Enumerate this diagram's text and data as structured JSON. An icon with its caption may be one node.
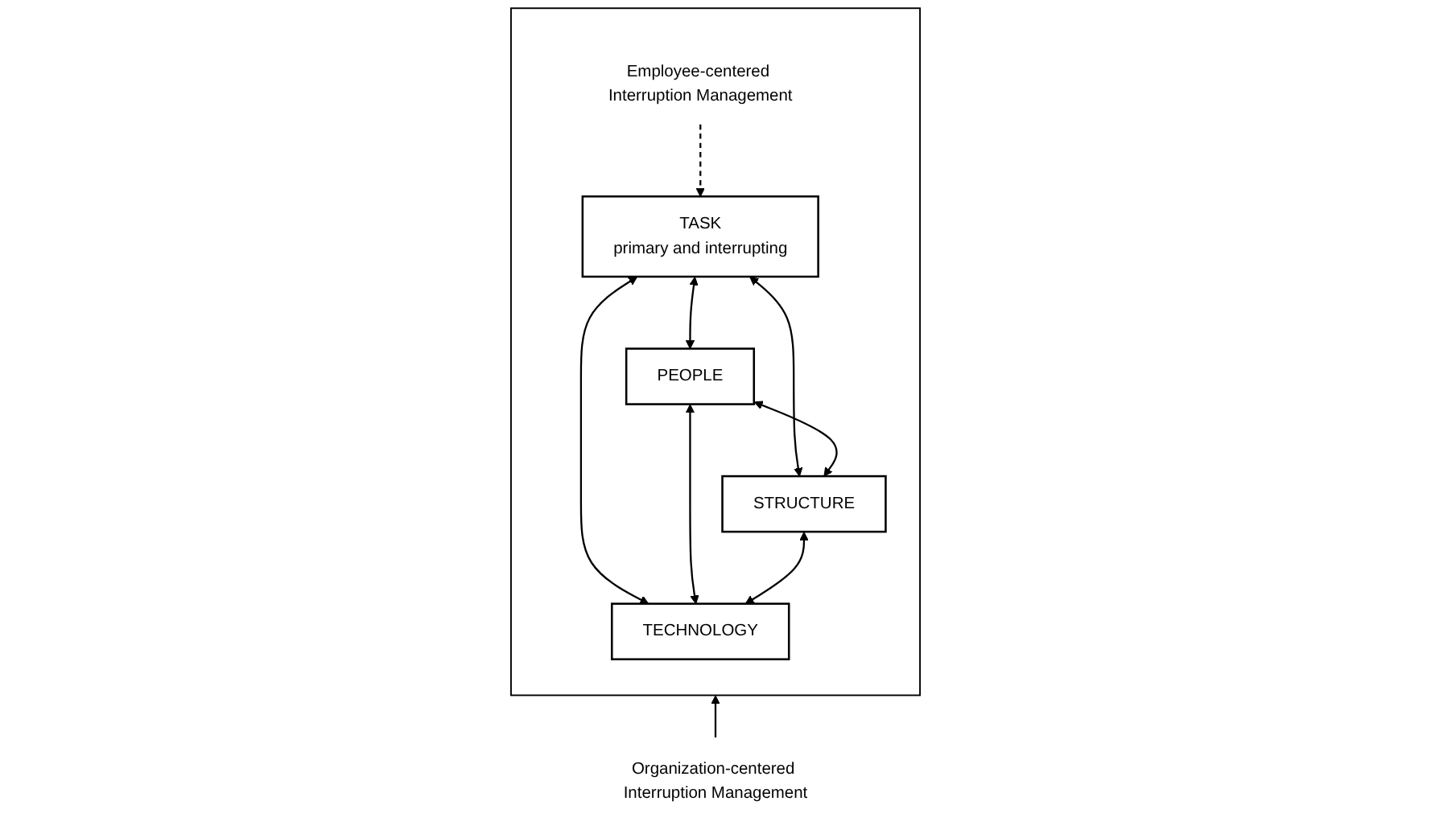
{
  "diagram": {
    "nodes": [
      {
        "text": [],
        "shape": "box"
      },
      {
        "text": [
          "Employee-centered Interruption Management"
        ],
        "in": 0
      },
      {
        "text": [
          "TASK",
          "primary and interrupting"
        ],
        "in": 0
      },
      {
        "text": [
          "PEOPLE"
        ],
        "in": 0
      },
      {
        "text": [
          "STRUCTURE"
        ],
        "in": 0
      },
      {
        "text": [
          "TECHNOLOGY"
        ],
        "in": 0
      },
      {
        "text": [
          "Organization-centered Interruption Management"
        ]
      }
    ],
    "edges": [
      {
        "from": 1,
        "to": 2,
        "arrow": "to",
        "style": "dashed"
      },
      {
        "from": 2,
        "to": 3,
        "arrow": "both"
      },
      {
        "from": 2,
        "to": 4,
        "arrow": "both"
      },
      {
        "from": 2,
        "to": 5,
        "arrow": "both"
      },
      {
        "from": 3,
        "to": 4,
        "arrow": "both"
      },
      {
        "from": 3,
        "to": 5,
        "arrow": "both"
      },
      {
        "from": 5,
        "to": 4,
        "arrow": "both"
      },
      {
        "from": 6,
        "to": 0,
        "arrow": "to"
      }
    ]
  }
}
